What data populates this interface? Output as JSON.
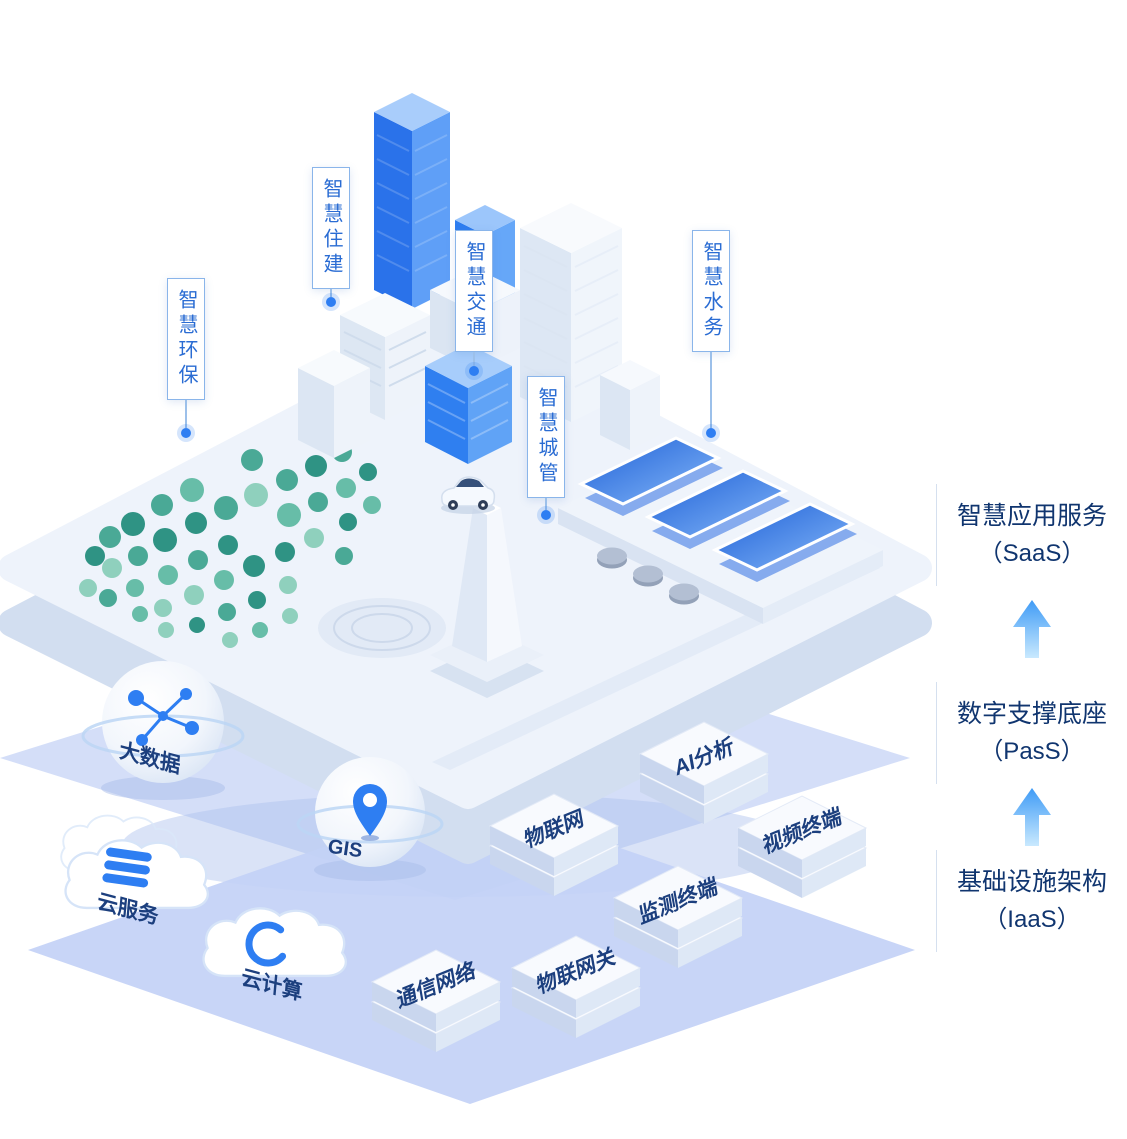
{
  "illustration": {
    "city_labels": [
      {
        "label": "智慧环保"
      },
      {
        "label": "智慧住建"
      },
      {
        "label": "智慧交通"
      },
      {
        "label": "智慧城管"
      },
      {
        "label": "智慧水务"
      }
    ],
    "platform_items": {
      "bigdata": "大数据",
      "gis": "GIS",
      "iot": "物联网",
      "ai": "AI分析"
    },
    "infra_items": {
      "cloud_service": "云服务",
      "cloud_computing": "云计算",
      "network": "通信网络",
      "iot_gateway": "物联网关",
      "monitor_terminal": "监测终端",
      "video_terminal": "视频终端"
    },
    "icons": [
      "bigdata-network-icon",
      "gis-pin-icon",
      "cloud-icon",
      "server-stack-icon",
      "cloud-computing-c-icon",
      "up-arrow-icon",
      "marker-dot-icon",
      "tree-icon",
      "building-icon",
      "solar-panel-icon",
      "car-icon"
    ]
  },
  "stack": [
    {
      "title": "智慧应用服务",
      "subtitle": "（SaaS）"
    },
    {
      "title": "数字支撑底座",
      "subtitle": "（PasS）"
    },
    {
      "title": "基础设施架构",
      "subtitle": "（IaaS）"
    }
  ],
  "colors": {
    "accent_blue": "#2e7ef2",
    "label_blue": "#2a6cd3",
    "stack_text": "#10356f",
    "layer_fill": "#c9d6f7",
    "platform_fill": "#eef3fb",
    "tree_green": "#2f9384"
  }
}
